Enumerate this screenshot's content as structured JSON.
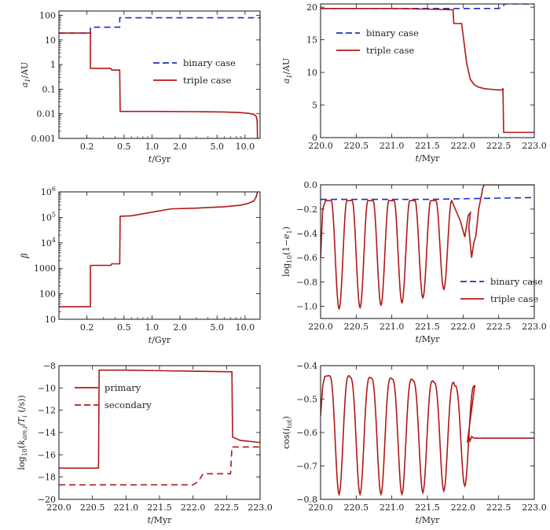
{
  "colors": {
    "binary": "#1f2fbf",
    "triple": "#b01818",
    "secondary": "#b01818",
    "frame": "#111111"
  },
  "chart_data": [
    {
      "id": "p1",
      "type": "line",
      "xscale": "log",
      "yscale": "log",
      "xlim": [
        0.1,
        14.5
      ],
      "ylim": [
        0.001,
        150
      ],
      "xticks": [
        0.2,
        0.5,
        1.0,
        2.0,
        5.0,
        10.0
      ],
      "xtick_labels": [
        "0.2",
        "0.5",
        "1.0",
        "2.0",
        "5.0",
        "10.0"
      ],
      "yticks": [
        0.001,
        0.01,
        0.1,
        1,
        10,
        100
      ],
      "ytick_labels": [
        "0.001",
        "0.01",
        "0.1",
        "1",
        "10",
        "100"
      ],
      "xlabel": "t/Gyr",
      "ylabel": "a1/AU",
      "legend": "right",
      "series": [
        {
          "name": "binary case",
          "style": "dashed",
          "color": "binary",
          "x": [
            0.1,
            0.218,
            0.218,
            0.45,
            0.45,
            14.5
          ],
          "y": [
            19,
            19,
            33,
            33,
            80,
            80
          ]
        },
        {
          "name": "triple case",
          "style": "solid",
          "color": "triple",
          "x": [
            0.1,
            0.218,
            0.218,
            0.36,
            0.37,
            0.45,
            0.455,
            1,
            3,
            6,
            9,
            11,
            12.5,
            13.2,
            13.5,
            13.6
          ],
          "y": [
            19,
            19,
            0.7,
            0.7,
            0.6,
            0.6,
            0.0125,
            0.0125,
            0.0122,
            0.0118,
            0.0112,
            0.0104,
            0.0094,
            0.0078,
            0.005,
            0.001
          ]
        }
      ]
    },
    {
      "id": "p2",
      "type": "line",
      "xscale": "linear",
      "yscale": "linear",
      "xlim": [
        220.0,
        223.0
      ],
      "ylim": [
        0,
        20.5
      ],
      "xticks": [
        220.0,
        220.5,
        221.0,
        221.5,
        222.0,
        222.5,
        223.0
      ],
      "xtick_labels": [
        "220.0",
        "220.5",
        "221.0",
        "221.5",
        "222.0",
        "222.5",
        "223.0"
      ],
      "yticks": [
        0,
        5,
        10,
        15,
        20
      ],
      "ytick_labels": [
        "0",
        "5",
        "10",
        "15",
        "20"
      ],
      "xlabel": "t/Myr",
      "ylabel": "a1/AU",
      "legend": "upper-left",
      "series": [
        {
          "name": "binary case",
          "style": "dashed",
          "color": "binary",
          "x": [
            220.0,
            222.5,
            222.56,
            222.58,
            223.0
          ],
          "y": [
            19.8,
            19.8,
            20.0,
            20.5,
            20.5
          ]
        },
        {
          "name": "triple case",
          "style": "solid",
          "color": "triple",
          "x": [
            220.0,
            221.0,
            221.5,
            221.86,
            221.87,
            221.98,
            222.0,
            222.05,
            222.1,
            222.15,
            222.2,
            222.3,
            222.4,
            222.5,
            222.55,
            222.56,
            222.57,
            222.58,
            223.0
          ],
          "y": [
            19.8,
            19.8,
            19.7,
            19.6,
            17.5,
            17.5,
            15.8,
            11.5,
            9.0,
            8.2,
            7.8,
            7.5,
            7.4,
            7.3,
            7.3,
            7.6,
            0.8,
            0.8,
            0.8
          ]
        }
      ]
    },
    {
      "id": "p3",
      "type": "line",
      "xscale": "log",
      "yscale": "log",
      "xlim": [
        0.1,
        14.5
      ],
      "ylim": [
        10,
        1000000
      ],
      "xticks": [
        0.2,
        0.5,
        1.0,
        2.0,
        5.0,
        10.0
      ],
      "xtick_labels": [
        "0.2",
        "0.5",
        "1.0",
        "2.0",
        "5.0",
        "10.0"
      ],
      "yticks": [
        10,
        100,
        1000,
        10000,
        100000,
        1000000
      ],
      "ytick_labels": [
        "10",
        "100",
        "1000",
        "10^4",
        "10^5",
        "10^6"
      ],
      "xlabel": "t/Gyr",
      "ylabel": "β",
      "series": [
        {
          "name": "",
          "style": "solid",
          "color": "triple",
          "x": [
            0.1,
            0.218,
            0.218,
            0.36,
            0.37,
            0.45,
            0.455,
            0.6,
            1.0,
            1.6,
            3,
            6,
            9,
            11,
            12.5,
            13.2,
            13.5,
            13.6
          ],
          "y": [
            31,
            31,
            1300,
            1300,
            1500,
            1500,
            110000,
            115000,
            160000,
            215000,
            230000,
            260000,
            300000,
            360000,
            450000,
            650000,
            900000,
            1000000
          ]
        }
      ]
    },
    {
      "id": "p4",
      "type": "line",
      "xscale": "linear",
      "yscale": "linear",
      "xlim": [
        220.0,
        223.0
      ],
      "ylim": [
        -1.1,
        0.0
      ],
      "xticks": [
        220.0,
        220.5,
        221.0,
        221.5,
        222.0,
        222.5,
        223.0
      ],
      "xtick_labels": [
        "220.0",
        "220.5",
        "221.0",
        "221.5",
        "222.0",
        "222.5",
        "223.0"
      ],
      "yticks": [
        -1.0,
        -0.8,
        -0.6,
        -0.4,
        -0.2,
        0.0
      ],
      "ytick_labels": [
        "−1.0",
        "−0.8",
        "−0.6",
        "−0.4",
        "−0.2",
        "0.0"
      ],
      "xlabel": "t/Myr",
      "ylabel": "log10(1−e1)",
      "legend": "lower-right",
      "osc": {
        "start": 220.0,
        "base": -0.13,
        "first_min": 220.26,
        "period": 0.294,
        "depths": [
          -1.02,
          -1.01,
          -0.99,
          -0.97,
          -0.93,
          -0.86,
          -0.43
        ],
        "final_min_x": 222.12,
        "final_min_y": -0.6,
        "end_x": 222.3,
        "end_y": 0.0
      },
      "series": [
        {
          "name": "binary case",
          "style": "dashed",
          "color": "binary",
          "x": [
            220.0,
            221.5,
            222.0,
            222.5,
            223.0
          ],
          "y": [
            -0.12,
            -0.12,
            -0.115,
            -0.11,
            -0.105
          ]
        },
        {
          "name": "triple case",
          "style": "solid",
          "color": "triple",
          "generated": "osc"
        }
      ]
    },
    {
      "id": "p5",
      "type": "line",
      "xscale": "linear",
      "yscale": "linear",
      "xlim": [
        220.0,
        223.0
      ],
      "ylim": [
        -20,
        -8
      ],
      "xticks": [
        220.0,
        220.5,
        221.0,
        221.5,
        222.0,
        222.5,
        223.0
      ],
      "xtick_labels": [
        "220.0",
        "220.5",
        "221.0",
        "221.5",
        "222.0",
        "222.5",
        "223.0"
      ],
      "yticks": [
        -20,
        -18,
        -16,
        -14,
        -12,
        -10,
        -8
      ],
      "ytick_labels": [
        "−20",
        "−18",
        "−16",
        "−14",
        "−12",
        "−10",
        "−8"
      ],
      "xlabel": "t/Myr",
      "ylabel": "log10(k_am,i/T_i (/s))",
      "legend": "upper-left",
      "series": [
        {
          "name": "primary",
          "style": "solid",
          "color": "triple",
          "x": [
            220.0,
            220.59,
            220.6,
            221.0,
            221.5,
            222.0,
            222.58,
            222.59,
            222.7,
            223.0
          ],
          "y": [
            -17.2,
            -17.2,
            -8.4,
            -8.4,
            -8.45,
            -8.5,
            -8.55,
            -14.4,
            -14.7,
            -14.9
          ]
        },
        {
          "name": "secondary",
          "style": "dashed",
          "color": "secondary",
          "x": [
            220.0,
            222.0,
            222.08,
            222.15,
            222.56,
            222.58,
            223.0
          ],
          "y": [
            -18.7,
            -18.7,
            -18.4,
            -17.7,
            -17.7,
            -15.3,
            -15.3
          ]
        }
      ]
    },
    {
      "id": "p6",
      "type": "line",
      "xscale": "linear",
      "yscale": "linear",
      "xlim": [
        220.0,
        223.0
      ],
      "ylim": [
        -0.8,
        -0.4
      ],
      "xticks": [
        220.0,
        220.5,
        221.0,
        221.5,
        222.0,
        222.5,
        223.0
      ],
      "xtick_labels": [
        "220.0",
        "220.5",
        "221.0",
        "221.5",
        "222.0",
        "222.5",
        "223.0"
      ],
      "yticks": [
        -0.8,
        -0.7,
        -0.6,
        -0.5,
        -0.4
      ],
      "ytick_labels": [
        "−0.8",
        "−0.7",
        "−0.6",
        "−0.5",
        "−0.4"
      ],
      "xlabel": "t/Myr",
      "ylabel": "cos(i_tot)",
      "osc": {
        "start": 220.0,
        "start_y": -0.55,
        "base": -0.43,
        "first_min": 220.26,
        "period": 0.294,
        "depths": [
          -0.785,
          -0.785,
          -0.785,
          -0.785,
          -0.78,
          -0.775,
          -0.76
        ],
        "peaks": [
          -0.43,
          -0.435,
          -0.437,
          -0.44,
          -0.445,
          -0.45,
          -0.46
        ],
        "tail_x": 222.1,
        "tail_y": -0.617
      },
      "series": [
        {
          "name": "",
          "style": "solid",
          "color": "triple",
          "generated": "osc"
        }
      ]
    }
  ]
}
